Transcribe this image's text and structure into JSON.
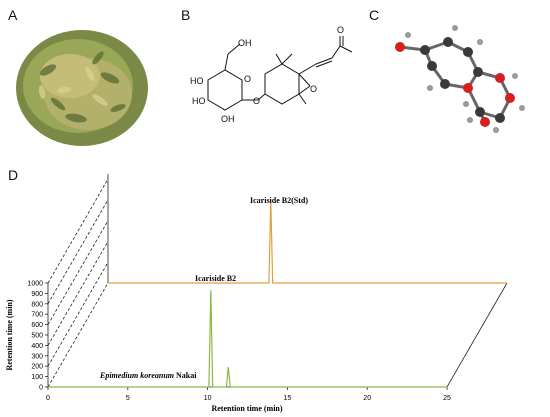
{
  "panels": {
    "a": "A",
    "b": "B",
    "c": "C",
    "d": "D"
  },
  "structure": {
    "oh_labels": [
      "OH",
      "HO",
      "HO",
      "OH",
      "O",
      "O",
      "O",
      "O"
    ]
  },
  "chromatogram": {
    "ylabel": "Retention time (min)",
    "xlabel": "Retention time (min)",
    "peak_label_std": "Icariside B2(Std)",
    "peak_label_sample": "Icariside  B2",
    "sample_name_italic": "Epimedium koreanum",
    "sample_name_plain": " Nakai",
    "colors": {
      "sample": "#8db842",
      "standard": "#e0a040"
    }
  },
  "chart_data": {
    "type": "line",
    "title": "",
    "xlabel": "Retention time (min)",
    "ylabel": "Retention time (min)",
    "xlim": [
      0,
      25
    ],
    "ylim": [
      0,
      1000
    ],
    "x_ticks": [
      "0",
      "5",
      "10",
      "15",
      "20",
      "25"
    ],
    "y_ticks": [
      "0",
      "100",
      "200",
      "300",
      "400",
      "500",
      "600",
      "700",
      "800",
      "900",
      "1000"
    ],
    "series": [
      {
        "name": "Epimedium koreanum Nakai",
        "color": "#8db842",
        "peaks": [
          {
            "x": 10.2,
            "y": 930,
            "label": "Icariside  B2"
          },
          {
            "x": 11.3,
            "y": 190
          }
        ]
      },
      {
        "name": "Icariside B2(Std)",
        "color": "#e0a040",
        "peaks": [
          {
            "x": 10.2,
            "y": 790,
            "label": "Icariside B2(Std)"
          }
        ]
      }
    ]
  }
}
